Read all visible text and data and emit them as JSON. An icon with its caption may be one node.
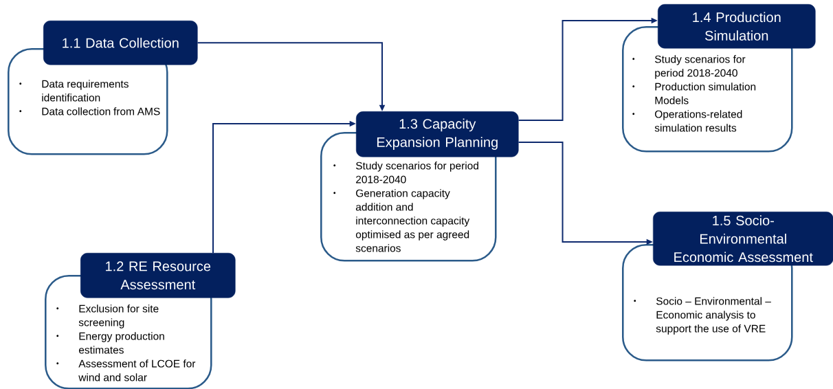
{
  "diagram": {
    "nodes": [
      {
        "text": [
          "1.1 Data Collection"
        ]
      },
      {
        "text": [
          "Data requirements identification",
          "Data collection from AMS"
        ]
      },
      {
        "text": [
          "1.2 RE Resource Assessment"
        ]
      },
      {
        "text": [
          "Exclusion for site screening",
          "Energy production estimates",
          "Assessment of LCOE for wind and solar"
        ]
      },
      {
        "text": [
          "1.3 Capacity Expansion Planning"
        ]
      },
      {
        "text": [
          "Study scenarios for period 2018-2040",
          "Generation capacity addition and interconnection capacity optimised as per agreed scenarios"
        ]
      },
      {
        "text": [
          "1.4 Production Simulation"
        ]
      },
      {
        "text": [
          "Study scenarios for period 2018-2040",
          "Production simulation Models",
          "Operations-related simulation results"
        ]
      },
      {
        "text": [
          "1.5 Socio- Environmental Economic Assessment"
        ]
      },
      {
        "text": [
          "Socio – Environmental – Economic analysis to support the use of VRE"
        ]
      }
    ],
    "edges": [
      {
        "from": 0,
        "to": 4,
        "arrow": "to"
      },
      {
        "from": 2,
        "to": 4,
        "arrow": "to"
      },
      {
        "from": 4,
        "to": 6,
        "arrow": "to"
      },
      {
        "from": 4,
        "to": 8,
        "arrow": "to"
      }
    ]
  }
}
